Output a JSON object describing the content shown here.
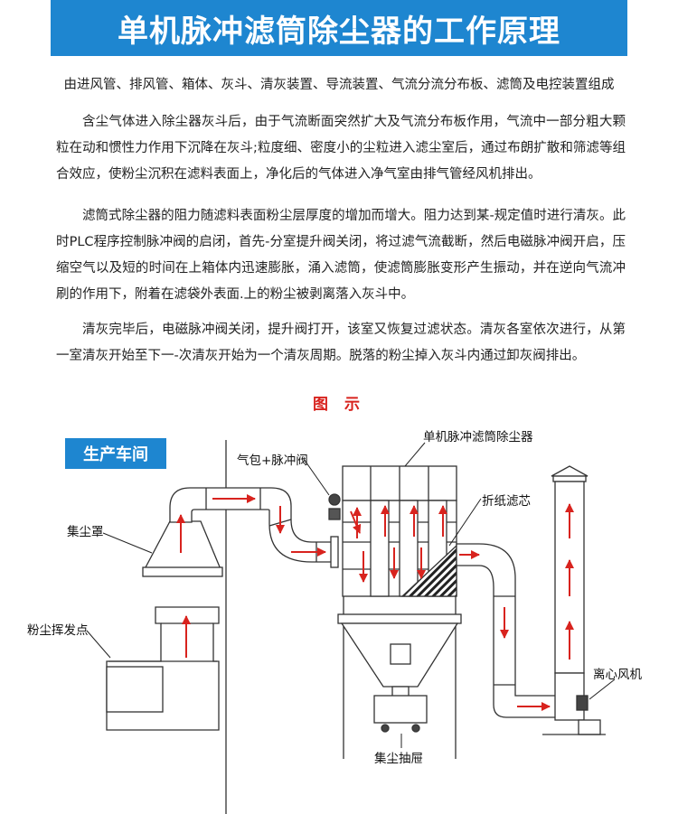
{
  "header": {
    "title": "单机脉冲滤筒除尘器的工作原理"
  },
  "subtitle": "由进风管、排风管、箱体、灰斗、清灰装置、导流装置、气流分流分布板、滤筒及电控装置组成",
  "paragraphs": [
    "含尘气体进入除尘器灰斗后，由于气流断面突然扩大及气流分布板作用，气流中一部分粗大颗粒在动和惯性力作用下沉降在灰斗;粒度细、密度小的尘粒进入滤尘室后，通过布朗扩散和筛滤等组合效应，使粉尘沉积在滤料表面上，净化后的气体进入净气室由排气管经风机排出。",
    "滤筒式除尘器的阻力随滤料表面粉尘层厚度的增加而增大。阻力达到某-规定值时进行清灰。此时PLC程序控制脉冲阀的启闭，首先-分室提升阀关闭，将过滤气流截断，然后电磁脉冲阀开启，压缩空气以及短的时间在上箱体内迅速膨胀，涌入滤筒，使滤筒膨胀变形产生振动，并在逆向气流冲刷的作用下，附着在滤袋外表面.上的粉尘被剥离落入灰斗中。",
    "清灰完毕后，电磁脉冲阀关闭，提升阀打开，该室又恢复过滤状态。清灰各室依次进行，从第一室清灰开始至下一-次清灰开始为一个清灰周期。脱落的粉尘掉入灰斗内通过卸灰阀排出。"
  ],
  "figure": {
    "title": "图 示",
    "badge": "生产车间",
    "labels": {
      "collector": "单机脉冲滤筒除尘器",
      "pulse_valve": "气包+脉冲阀",
      "filter": "折纸滤芯",
      "hood": "集尘罩",
      "dust_source": "粉尘挥发点",
      "fan": "离心风机",
      "drawer": "集尘抽屉"
    }
  },
  "colors": {
    "accent": "#1e86d0",
    "arrow": "#d8231e",
    "line": "#333333",
    "duct_fill": "#ffffff"
  }
}
